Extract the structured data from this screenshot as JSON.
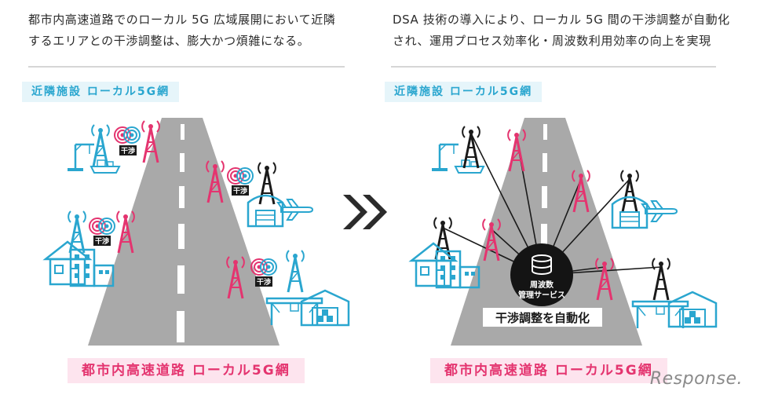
{
  "left": {
    "caption": "都市内高速道路でのローカル 5G 広域展開において近隣\nするエリアとの干渉調整は、膨大かつ煩雑になる。",
    "facility_tag": "近隣施設 ローカル5G網",
    "road_tag": "都市内高速道路 ローカル5G網",
    "interference_label": "干渉"
  },
  "right": {
    "caption": "DSA 技術の導入により、ローカル 5G 間の干渉調整が自動化\nされ、運用プロセス効率化・周波数利用効率の向上を実現",
    "facility_tag": "近隣施設 ローカル5G網",
    "road_tag": "都市内高速道路 ローカル5G網",
    "hub_line1": "周波数",
    "hub_line2": "管理サービス",
    "auto_label": "干渉調整を自動化"
  },
  "watermark": "Response.",
  "colors": {
    "blue": "#2aa6cf",
    "pink": "#e4346f",
    "road": "#a9a9a9",
    "dark": "#1a1a1a"
  }
}
